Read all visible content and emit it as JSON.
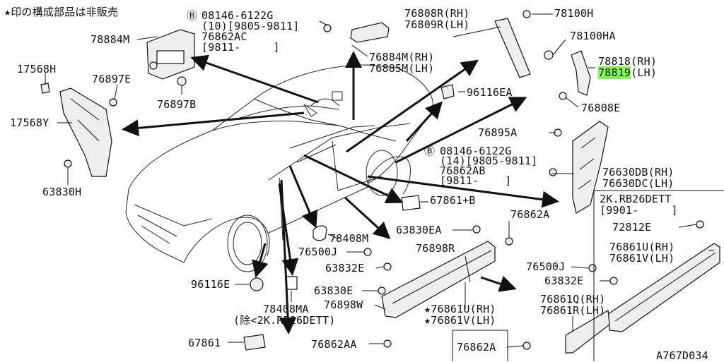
{
  "note": "★印の構成部品は非販売",
  "diagram_code": "A767D034",
  "labels": {
    "p78884M": "78884M",
    "p17568H": "17568H",
    "p76897E": "76897E",
    "p76897B": "76897B",
    "p17568Y": "17568Y",
    "p63830H": "63830H",
    "b1_code": "08146-6122G",
    "b1_qty": "(10)[9805-9811]",
    "b1_part": "76862AC",
    "b1_range": "[9811-     ]",
    "p76884M": "76884M(RH)",
    "p76885M": "76885M(LH)",
    "p76808R": "76808R(RH)",
    "p76809R": "76809R(LH)",
    "p78100H": "78100H",
    "p78100HA": "78100HA",
    "p78818": "78818(RH)",
    "p78819_code": "78819",
    "p78819_side": "(LH)",
    "p96116EA": "96116EA",
    "p76808E": "76808E",
    "p76895A": "76895A",
    "b2_code": "08146-6122G",
    "b2_qty": "(14)[9805-9811]",
    "b2_part": "76862AB",
    "b2_range": "[9811-    ]",
    "p76630DB": "76630DB(RH)",
    "p76630DC": "76630DC(LH)",
    "sub_title": "2K.RB26DETT",
    "sub_range": "[9901-     ]",
    "p67861B": "67861+B",
    "p72812E": "72812E",
    "p76862A": "76862A",
    "p63830EA": "63830EA",
    "p78408M": "78408M",
    "p76861U_r": "76861U(RH)",
    "p76861V_r": "76861V(LH)",
    "p76500J_l": "76500J",
    "p76898R": "76898R",
    "p76500J_r": "76500J",
    "p63832E_l": "63832E",
    "p63832E_r": "63832E",
    "p96116E": "96116E",
    "p63830E": "63830E",
    "p76861Q": "76861Q(RH)",
    "p76861R": "76861R(LH)",
    "p78408MA": "78408MA",
    "p78408MA_note": "(除<2K.RB26DETT)",
    "p76898W": "76898W",
    "p76861U_s": "76861U(RH)",
    "p76861V_s": "76861V(LH)",
    "p67861": "67861",
    "p76862AA": "76862AA",
    "p76862A_b": "76862A"
  }
}
